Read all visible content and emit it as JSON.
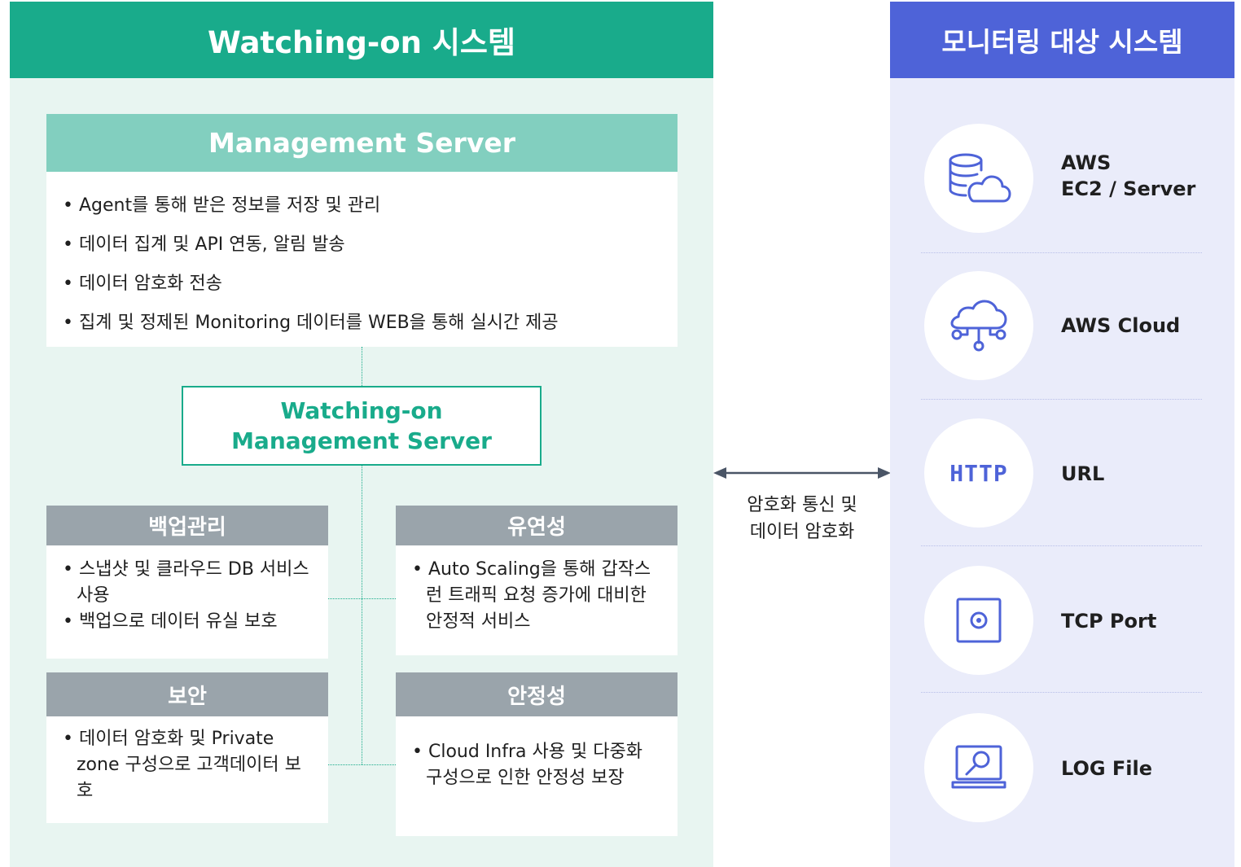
{
  "left_panel": {
    "title": "Watching-on 시스템",
    "management": {
      "title": "Management Server",
      "items": [
        "Agent를 통해 받은 정보를 저장 및 관리",
        "데이터 집계 및 API 연동, 알림 발송",
        "데이터 암호화 전송",
        "집계 및 정제된 Monitoring 데이터를 WEB을 통해 실시간 제공"
      ]
    },
    "center": {
      "line1": "Watching-on",
      "line2": "Management Server"
    },
    "cards": {
      "backup": {
        "title": "백업관리",
        "items": [
          "스냅샷 및 클라우드 DB 서비스 사용",
          "백업으로 데이터 유실 보호"
        ]
      },
      "flex": {
        "title": "유연성",
        "items": [
          "Auto Scaling을 통해 갑작스런 트래픽 요청 증가에 대비한 안정적 서비스"
        ]
      },
      "security": {
        "title": "보안",
        "items": [
          "데이터 암호화 및 Private zone 구성으로 고객데이터 보호"
        ]
      },
      "stability": {
        "title": "안정성",
        "items": [
          "Cloud Infra 사용 및 다중화 구성으로 인한 안정성 보장"
        ]
      }
    }
  },
  "connection": {
    "label_line1": "암호화 통신 및",
    "label_line2": "데이터 암호화"
  },
  "right_panel": {
    "title": "모니터링 대상 시스템",
    "targets": [
      {
        "icon": "database-cloud-icon",
        "line1": "AWS",
        "line2": "EC2 / Server"
      },
      {
        "icon": "cloud-network-icon",
        "line1": "AWS Cloud",
        "line2": ""
      },
      {
        "icon": "http-icon",
        "icon_text": "HTTP",
        "line1": "URL",
        "line2": ""
      },
      {
        "icon": "port-icon",
        "line1": "TCP Port",
        "line2": ""
      },
      {
        "icon": "laptop-search-icon",
        "line1": "LOG File",
        "line2": ""
      }
    ]
  },
  "colors": {
    "green": "#19ab8b",
    "light_green": "#82cfbf",
    "left_bg": "#e8f5f1",
    "blue": "#4e63d8",
    "right_bg": "#eaecfa",
    "card_head": "#9aa4ab",
    "arrow": "#4a5566"
  }
}
